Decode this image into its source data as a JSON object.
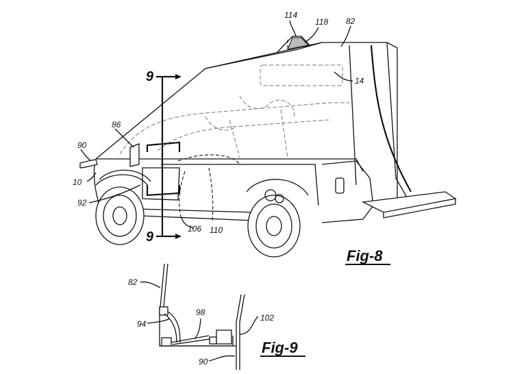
{
  "figures": [
    {
      "id": "fig8",
      "caption": "Fig-8",
      "description": "Vehicle with rooftop/side tent enclosure deployed",
      "reference_numerals": [
        "114",
        "118",
        "82",
        "14",
        "9",
        "9",
        "86",
        "90",
        "10",
        "92",
        "106",
        "110"
      ]
    },
    {
      "id": "fig9",
      "caption": "Fig-9",
      "description": "Section view 9-9 of tent attachment",
      "reference_numerals": [
        "82",
        "94",
        "98",
        "102",
        "90"
      ]
    }
  ],
  "labels": {
    "l114": "114",
    "l118": "118",
    "l82a": "82",
    "l14": "14",
    "l9top": "9",
    "l9bot": "9",
    "l86": "86",
    "l90a": "90",
    "l10": "10",
    "l92": "92",
    "l106": "106",
    "l110": "110",
    "l82b": "82",
    "l94": "94",
    "l98": "98",
    "l102": "102",
    "l90b": "90"
  },
  "captions": {
    "fig8": "Fig-8",
    "fig9": "Fig-9"
  }
}
